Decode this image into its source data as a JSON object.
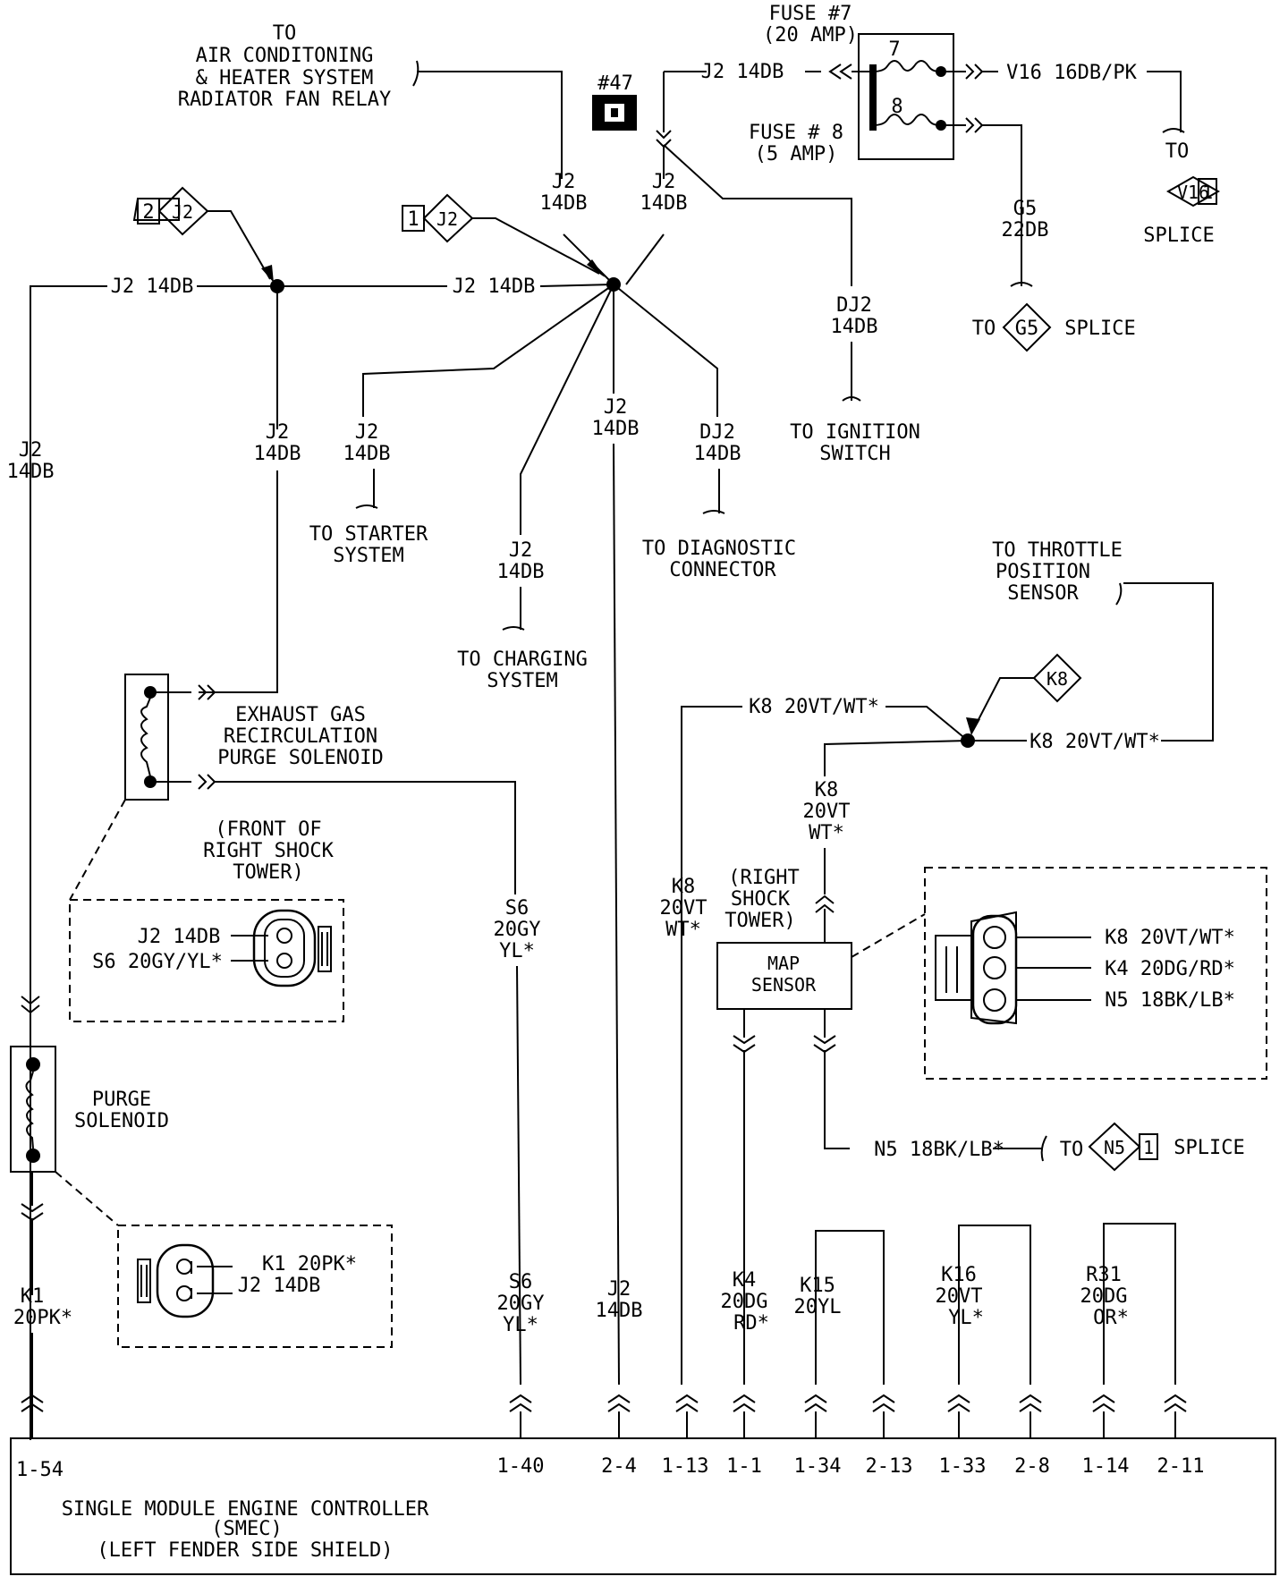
{
  "labels": {
    "to_ac_1": "TO",
    "to_ac_2": "AIR CONDITONING",
    "to_ac_3": "& HEATER SYSTEM",
    "to_ac_4": "RADIATOR FAN RELAY",
    "fuse7_1": "FUSE #7",
    "fuse7_2": "(20 AMP)",
    "fuse8_1": "FUSE # 8",
    "fuse8_2": "(5 AMP)",
    "fuse_num_7": "7",
    "fuse_num_8": "8",
    "hash47": "#47",
    "j2_14db": "J2 14DB",
    "j2": "J2",
    "db14": "14DB",
    "v16_wire": "V16 16DB/PK",
    "to": "TO",
    "splice": "SPLICE",
    "v16": "V16",
    "one": "1",
    "two": "2",
    "g5": "G5",
    "db22": "22DB",
    "dj2": "DJ2",
    "to_ign_1": "TO IGNITION",
    "to_ign_2": "SWITCH",
    "to_starter_1": "TO STARTER",
    "to_starter_2": "SYSTEM",
    "to_charging_1": "TO CHARGING",
    "to_charging_2": "SYSTEM",
    "to_diag_1": "TO DIAGNOSTIC",
    "to_diag_2": "CONNECTOR",
    "to_tps_1": "TO THROTTLE",
    "to_tps_2": "POSITION",
    "to_tps_3": "SENSOR",
    "egr_1": "EXHAUST GAS",
    "egr_2": "RECIRCULATION",
    "egr_3": "PURGE SOLENOID",
    "front_1": "(FRONT OF",
    "front_2": "RIGHT SHOCK",
    "front_3": "TOWER)",
    "s6_20gy_yl": "S6 20GY/YL*",
    "k8": "K8",
    "k8_20vt_wt": "K8 20VT/WT*",
    "vt20": "20VT",
    "wt": "WT*",
    "s6": "S6",
    "gy20": "20GY",
    "yl": "YL*",
    "rshock_1": "(RIGHT",
    "rshock_2": "SHOCK",
    "rshock_3": "TOWER)",
    "map_1": "MAP",
    "map_2": "SENSOR",
    "k4_20dg_rd": "K4 20DG/RD*",
    "n5_18bk_lb": "N5 18BK/LB*",
    "n5": "N5",
    "purge_1": "PURGE",
    "purge_2": "SOLENOID",
    "k1_20pk": "K1 20PK*",
    "k1": "K1",
    "pk20": "20PK*",
    "k4": "K4",
    "dg20": "20DG",
    "rd": "RD*",
    "k15": "K15",
    "yl20": "20YL",
    "k16": "K16",
    "r31": "R31",
    "or": "OR*",
    "smec_1": "SINGLE MODULE ENGINE CONTROLLER",
    "smec_2": "(SMEC)",
    "smec_3": "(LEFT FENDER SIDE SHIELD)"
  },
  "pins": [
    "1-54",
    "1-40",
    "2-4",
    "1-13",
    "1-1",
    "1-34",
    "2-13",
    "1-33",
    "2-8",
    "1-14",
    "2-11"
  ]
}
